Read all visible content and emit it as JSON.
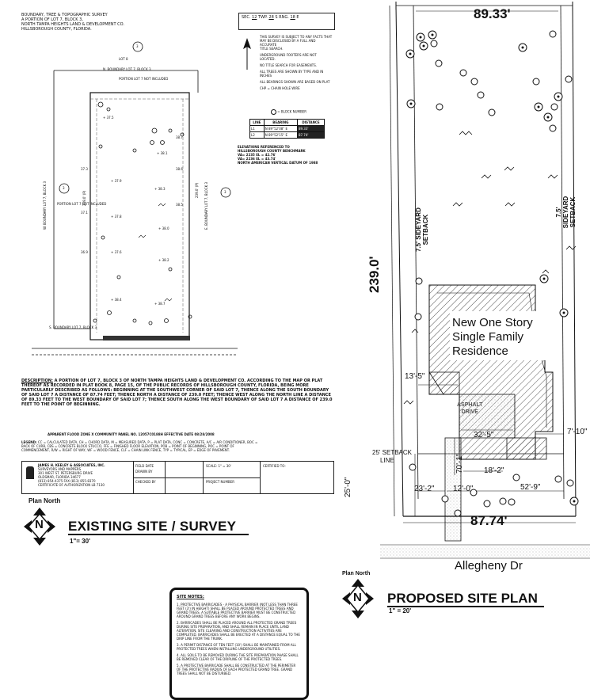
{
  "survey_header": {
    "line1": "BOUNDARY, TREE & TOPOGRAPHIC SURVEY",
    "line2": "A PORTION OF LOT 7, BLOCK 3,",
    "line3": "NORTH TAMPA HEIGHTS LAND & DEVELOPMENT CO.",
    "line4": "HILLSBOROUGH COUNTY, FLORIDA."
  },
  "sec_box": {
    "sec_label": "SEC.",
    "sec_val": "12",
    "twp_label": "TWP.",
    "twp_val": "28",
    "twp_dir": "S",
    "rng_label": "RNG.",
    "rng_val": "18",
    "rng_dir": "E"
  },
  "survey_notes_right": [
    "THIS SURVEY IS SUBJECT TO ANY FACTS THAT",
    "MAY BE DISCLOSED BY A FULL AND ACCURATE",
    "TITLE SEARCH.",
    "UNDERGROUND FOOTERS ARE NOT LOCATED.",
    "NO TITLE SEARCH FOR EASEMENTS.",
    "ALL TREES ARE SHOWN BY TYPE AND IN INCHES",
    "ALL BEARINGS SHOWN ARE BASED ON PLAT",
    "CHP = CHAIN HOLE WIRE"
  ],
  "block_number_label": "= BLOCK NUMBER",
  "line_table": {
    "headers": [
      "LINE",
      "BEARING",
      "DISTANCE"
    ],
    "rows": [
      [
        "L1",
        "N 89°52'08\" E",
        "89.33'"
      ],
      [
        "L2",
        "N 89°52'15\" E",
        "87.74'"
      ]
    ]
  },
  "elevation_notes": [
    "ELEVATIONS REFERENCED TO",
    "HILLSBOROUGH COUNTY BENCHMARK",
    "VA= 2235 EL = 42.76'",
    "VA= 2236 EL = 43.74'",
    "NORTH AMERICAN VERTICAL DATUM OF 1988"
  ],
  "survey_labels": {
    "circle_3a": "3",
    "circle_3b": "3",
    "circle_3c": "3",
    "lot8": "LOT 8",
    "north_line": "N. BOUNDARY LOT 7, BLOCK 3",
    "south_line": "S. BOUNDARY LOT 7, BLOCK 3",
    "west_label": "PORTION LOT 7 NOT INCLUDED",
    "top_label": "PORTION LOT 7 NOT INCLUDED"
  },
  "description_title": "DESCRIPTION:",
  "description_text": "A PORTION OF LOT 7, BLOCK 3 OF NORTH TAMPA HEIGHTS LAND & DEVELOPMENT CO. ACCORDING TO THE MAP OR PLAT THEREOF AS RECORDED IN PLAT BOOK 8, PAGE 15, OF THE PUBLIC RECORDS OF HILLSBOROUGH COUNTY, FLORIDA, BEING MORE PARTICULARLY DESCRIBED AS FOLLOWS: BEGINNING AT THE SOUTHWEST CORNER OF SAID LOT 7, THENCE ALONG THE SOUTH BOUNDARY OF SAID LOT 7 A DISTANCE OF 87.74 FEET; THENCE NORTH A DISTANCE OF 239.0 FEET; THENCE WEST ALONG THE NORTH LINE A DISTANCE OF 89.33 FEET TO THE WEST BOUNDARY OF SAID LOT 7; THENCE SOUTH ALONG THE WEST BOUNDARY OF SAID LOT 7 A DISTANCE OF 239.0 FEET TO THE POINT OF BEGINNING.",
  "flood_line": "APPARENT FLOOD ZONE X  COMMUNITY PANEL NO. 12057C0188H  EFFECTIVE DATE 08/28/2008",
  "abbreviations_title": "LEGEND:",
  "abbreviations": "CC = CALCULATED DATA, CH = CHORD DATA, M = MEASURED DATA, P = PLAT DATA, CONC = CONCRETE, A/C = AIR CONDITIONER, BOC = BACK OF CURB, CBS = CONCRETE BLOCK STUCCO, FFE = FINISHED FLOOR ELEVATION, POB = POINT OF BEGINNING, POC = POINT OF COMMENCEMENT, R/W = RIGHT OF WAY, WF = WOOD FENCE, CLF = CHAIN LINK FENCE, TYP = TYPICAL, EP = EDGE OF PAVEMENT.",
  "company": {
    "name": "JAMES H. KEELEY & ASSOCIATES, INC.",
    "sub": "SURVEYORS AND MAPPERS",
    "addr": "301 WEST ST. PETERSBURG DRIVE",
    "city": "OLDSMAR, FLORIDA 34677",
    "phone": "(813) 854-4375 FAX (813) 855-8370",
    "lb": "CERTIFICATE OF AUTHORIZATION LB 7130"
  },
  "titleblock": {
    "certified": "CERTIFIED TO:",
    "field_date": "FIELD DATE",
    "drawn": "DRAWN BY",
    "checked": "CHECKED BY",
    "project": "PROJECT NUMBER",
    "scale_note": "SCALE: 1\" = 30'"
  },
  "existing": {
    "plan_north": "Plan North",
    "n_letter": "N",
    "title": "EXISTING SITE / SURVEY",
    "scale": "1\"= 30'"
  },
  "site_notes": {
    "title": "SITE NOTES:",
    "notes": [
      "1. PROTECTIVE BARRICADES - A PHYSICAL BARRIER (NOT LESS THAN THREE FEET (3') IN HEIGHT) SHALL BE PLACED AROUND PROTECTED TREES AND GRAND TREES. A SUITABLE PROTECTIVE BARRIER MUST BE CONSTRUCTED AROUND GRAND TREES BEFORE ANY WORK BEGINS.",
      "2. BARRICADES SHALL BE PLACED AROUND ALL PROTECTED GRAND TREES DURING SITE PREPARATION, AND SHALL REMAIN IN PLACE UNTIL LAND ALTERATION, SITE CLEARING AND CONSTRUCTION ACTIVITIES ARE COMPLETED. BARRICADES SHALL BE ERECTED AT A DISTANCE EQUAL TO THE DRIP LINE FROM THE TRUNK.",
      "3. A PERMIT DISTANCE OF TEN FEET (10') SHALL BE MAINTAINED FROM ALL PROTECTED TREES WHEN INSTALLING UNDERGROUND UTILITIES.",
      "4. ALL SOILS TO BE REMOVED DURING THE SITE PREPARATION PHASE SHALL BE REMOVED CLEAR OF THE DRIPLINE OF THE PROTECTED TREES.",
      "5. A PROTECTIVE BARRICADE SHALL BE CONSTRUCTED AT THE PERIMETER OF THE PROTECTIVE RADIUS OF EACH PROTECTED GRAND TREE. GRAND TREES SHALL NOT BE DISTURBED."
    ]
  },
  "proposed": {
    "top_dim": "89.33'",
    "depth_dim": "239.0'",
    "sideyard_left_1": "7.5' SIDEYARD",
    "sideyard_left_2": "SETBACK",
    "sideyard_right_1": "7.5' SIDEYARD",
    "sideyard_right_2": "SETBACK",
    "residence_1": "New One Story",
    "residence_2": "Single Family",
    "residence_3": "Residence",
    "dim_13_5": "13'-5\"",
    "asphalt_1": "ASPHALT",
    "asphalt_2": "DRIVE",
    "dim_32_5": "32'-5\"",
    "dim_7_10": "7'-10\"",
    "setback_1": "25' SETBACK",
    "setback_2": "LINE",
    "dim_70_1": "70'-1\"",
    "dim_18_2": "18'-2\"",
    "dim_25_0": "25'-0\"",
    "dim_23_2": "23'-2\"",
    "dim_12_0": "12'-0\"",
    "dim_52_9": "52'-9\"",
    "bottom_dim": "87.74'",
    "road_name": "Allegheny Dr",
    "plan_north": "Plan North",
    "n_letter": "N",
    "title": "PROPOSED SITE PLAN",
    "scale": "1\" = 20'"
  }
}
